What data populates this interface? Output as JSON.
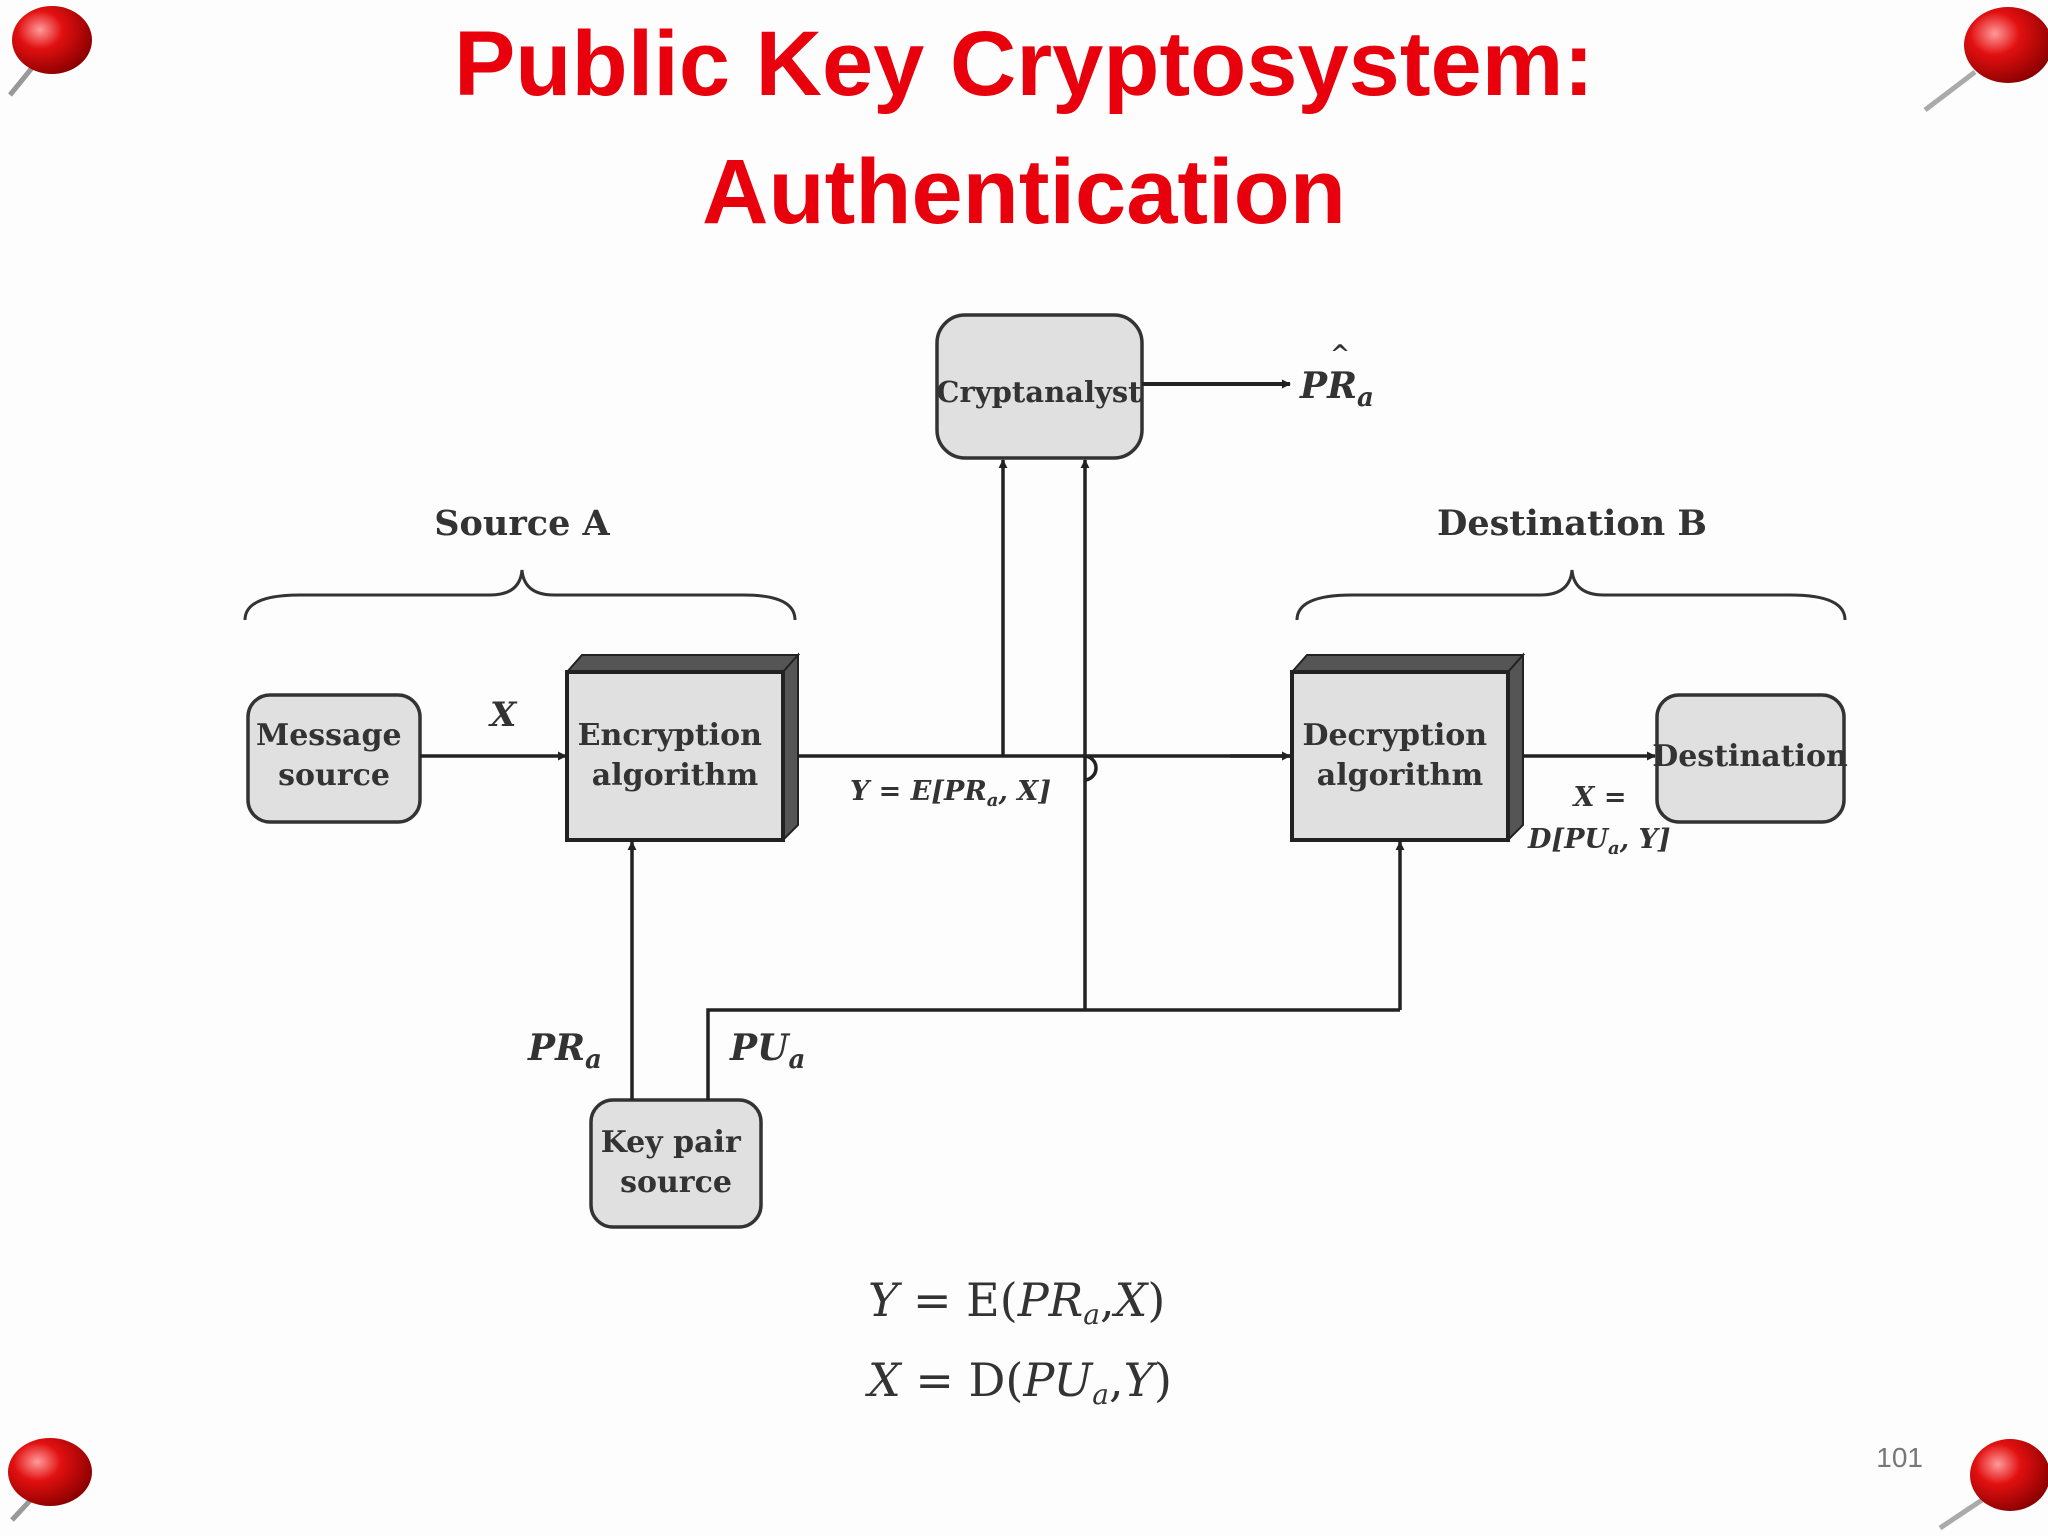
{
  "slide": {
    "title_line1": "Public Key Cryptosystem:",
    "title_line2": "Authentication",
    "page_number": "101"
  },
  "diagram": {
    "source_group": "Source A",
    "dest_group": "Destination B",
    "message_source": [
      "Message",
      "source"
    ],
    "encryption": [
      "Encryption",
      "algorithm"
    ],
    "decryption": [
      "Decryption",
      "algorithm"
    ],
    "destination": "Destination",
    "cryptanalyst": "Cryptanalyst",
    "key_pair_source": [
      "Key pair",
      "source"
    ],
    "x_label": "X",
    "y_label": "Y = E[PR",
    "y_label_sub": "a",
    "y_label_tail": ", X]",
    "x_out_line1": "X =",
    "x_out_line2": "D[PU",
    "x_out_line2_sub": "a",
    "x_out_line2_tail": ", Y]",
    "pr_label": "PR",
    "pr_sub": "a",
    "pu_label": "PU",
    "pu_sub": "a",
    "estimate_label": "PR",
    "estimate_hat": "^",
    "estimate_sub": "a"
  },
  "equations": {
    "eq1_lhs": "Y",
    "eq1_eq": " = E(",
    "eq1_arg1": "PR",
    "eq1_arg1_sub": "a",
    "eq1_sep": ",",
    "eq1_arg2": "X",
    "eq1_close": ")",
    "eq2_lhs": "X",
    "eq2_eq": " = D(",
    "eq2_arg1": "PU",
    "eq2_arg1_sub": "a",
    "eq2_sep": ",",
    "eq2_arg2": "Y",
    "eq2_close": ")"
  },
  "colors": {
    "title": "#e8000c",
    "box_fill": "#e0e0e0",
    "line": "#222222",
    "pin": "#d40000"
  }
}
